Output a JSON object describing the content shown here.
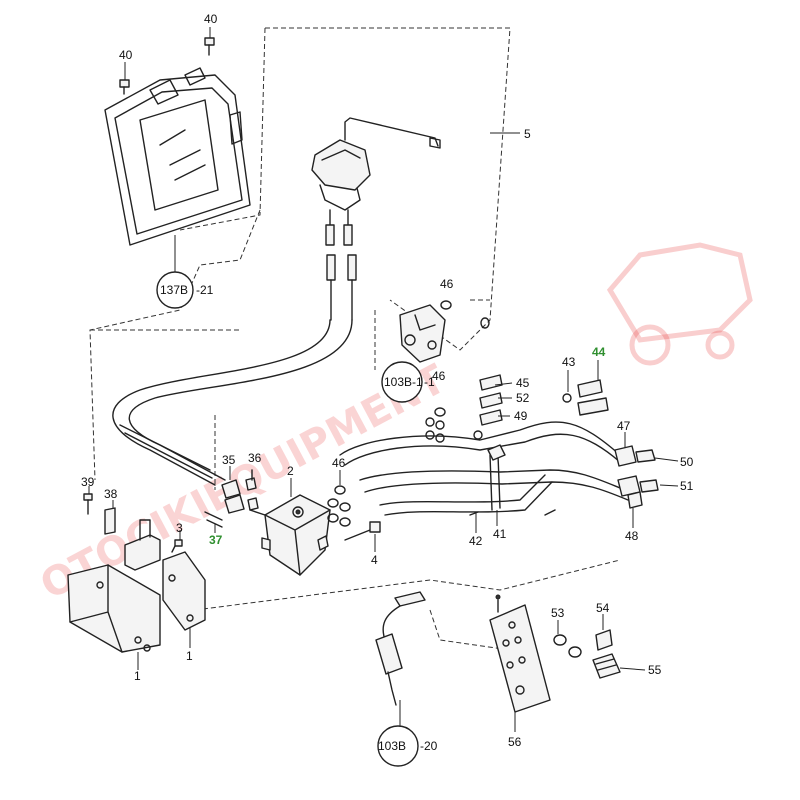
{
  "callouts": {
    "c40a": "40",
    "c40b": "40",
    "c5": "5",
    "c46a": "46",
    "c46b": "46",
    "c46c": "46",
    "c45": "45",
    "c52": "52",
    "c49": "49",
    "c43": "43",
    "c44": "44",
    "c47": "47",
    "c50": "50",
    "c51": "51",
    "c48": "48",
    "c35": "35",
    "c36": "36",
    "c2": "2",
    "c39": "39",
    "c38": "38",
    "c3": "3",
    "c37": "37",
    "c4": "4",
    "c42": "42",
    "c41": "41",
    "c1a": "1",
    "c1b": "1",
    "c53": "53",
    "c54": "54",
    "c55": "55",
    "c56": "56"
  },
  "refs": {
    "r137": "137B",
    "r137s": "-21",
    "r103a": "103B-1",
    "r103as": "-1",
    "r103b": "103B",
    "r103bs": "-20"
  },
  "watermark": {
    "text": "OTOCIKIEQUIPMENT"
  },
  "colors": {
    "highlight": "#2f8f2f",
    "watermark": "#e63c3c"
  }
}
